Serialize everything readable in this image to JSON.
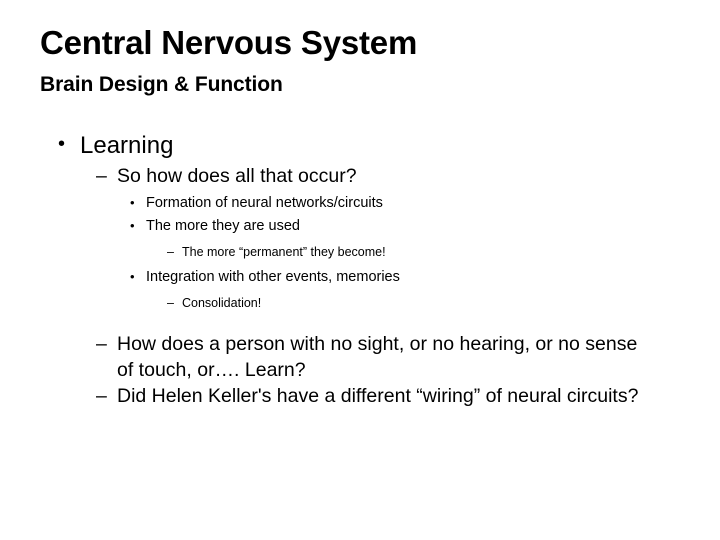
{
  "slide": {
    "title": "Central Nervous System",
    "subtitle": "Brain Design & Function",
    "bullet_glyph_large": "•",
    "bullet_glyph_small": "•",
    "dash_glyph": "–",
    "outline": [
      {
        "level": 1,
        "marker": "•",
        "text": "Learning"
      },
      {
        "level": 2,
        "marker": "–",
        "text": "So how does all that occur?"
      },
      {
        "level": 3,
        "marker": "•",
        "text": "Formation of neural networks/circuits"
      },
      {
        "level": 3,
        "marker": "•",
        "text": "The more they are used"
      },
      {
        "level": 4,
        "marker": "–",
        "text": "The more “permanent” they become!"
      },
      {
        "level": 3,
        "marker": "•",
        "text": "Integration with other events, memories"
      },
      {
        "level": 4,
        "marker": "–",
        "text": "Consolidation!"
      },
      {
        "level": 2,
        "marker": "–",
        "text": "How does a person with no sight, or no hearing, or no sense of touch, or…. Learn?"
      },
      {
        "level": 2,
        "marker": "–",
        "text": "Did Helen Keller's have a different “wiring” of neural circuits?"
      }
    ]
  },
  "colors": {
    "background": "#ffffff",
    "text": "#000000"
  }
}
